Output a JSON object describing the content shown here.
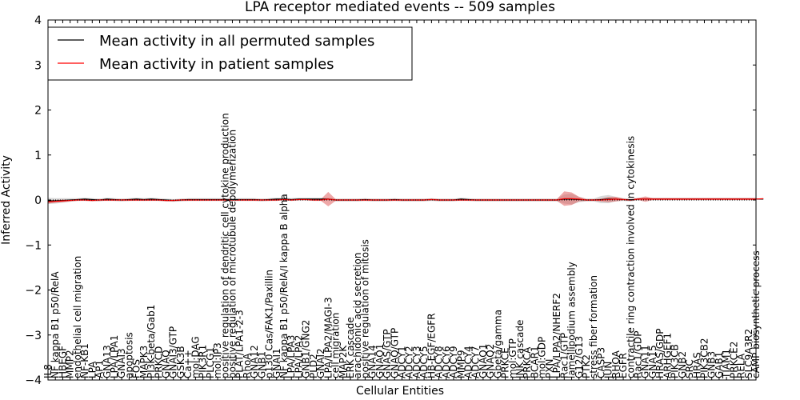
{
  "chart_data": {
    "type": "line",
    "title": "LPA receptor mediated events -- 509 samples",
    "xlabel": "Cellular Entities",
    "ylabel": "Inferred Activity",
    "ylim": [
      -4,
      4
    ],
    "yticks": [
      -4,
      -3,
      -2,
      -1,
      0,
      1,
      2,
      3,
      4
    ],
    "grid": false,
    "legend_position": "top-left",
    "zero_line": "dotted",
    "categories": [
      "IL8",
      "NF kappa B1 p50/RelA",
      "HBEGF",
      "MMP2",
      "endothelial cell migration",
      "NF-KB1",
      "LPA",
      "AP1",
      "GNA13",
      "LPA/LPA1",
      "GNAI3",
      "apoptosis",
      "FOS",
      "MAPK3",
      "PI3K-beta/Gab1",
      "PRKCD",
      "GNAQ",
      "GNAI3/GTP",
      "GSK3B",
      "Ca++",
      "mol:DAG",
      "PIK3R1",
      "PLCG1",
      "mol:IP3",
      "positive regulation of dendritic cell cytokine production",
      "positive regulation of microtubule depolymerization",
      "PLAT/LPA1-2-3",
      "RhoA",
      "GNA12",
      "GNB1",
      "p130 Cas/FAK1/Paxillin",
      "GNAI1",
      "NF kappa B1 p50/RelA/I kappa B alpha",
      "LPA/LPA3",
      "LPA/LPA2",
      "GNB1/GNG2",
      "PLD2",
      "GNAI2",
      "LPA/LPA2/MAGI-3",
      "cell migration",
      "MAP2K",
      "ERK cascade",
      "arachidonic acid secretion",
      "positive regulation of mitosis",
      "GNA14",
      "GNAO1",
      "GNAS/GTP",
      "GNAQ/GTP",
      "ADCY1",
      "ADCY2",
      "ADCY3",
      "ADCY5",
      "HB-EGF/EGFR",
      "ADCY8",
      "ADCY6",
      "ADCY9",
      "MMP9",
      "ADCY4",
      "ADCY7",
      "GNAQ1",
      "GNAQ2",
      "Gbeta/gamma",
      "PRKCE",
      "mol:GTP",
      "JNK cascade",
      "PRKCA",
      "BCAR1",
      "mol:GDP",
      "PXN",
      "LPA/LPA2/NHERF2",
      "Rac1/GTP",
      "lamellipodium assembly",
      "G12/G13",
      "PTK2",
      "stress fiber formation",
      "CASP3",
      "JUN",
      "RHOA",
      "EGFR",
      "contractile ring contraction involved in cytokinesis",
      "Rac1/GDP",
      "GNA11",
      "GNA15",
      "HRAS/GDP",
      "ARHGEF1",
      "PIK3CB",
      "GNB2",
      "SRC",
      "HRAS",
      "PIK3CB2",
      "GNB3",
      "GAB1",
      "TIAM1",
      "PRKCE2",
      "RELA",
      "SLC9A3R2",
      "cAMP biosynthetic process"
    ],
    "series": [
      {
        "name": "Mean activity in all permuted samples",
        "color": "#000000",
        "values": [
          -0.02,
          -0.02,
          -0.01,
          0.0,
          0.01,
          0.02,
          0.01,
          0.0,
          0.02,
          0.01,
          0.0,
          0.01,
          0.02,
          0.01,
          0.02,
          0.01,
          0.0,
          -0.01,
          0.0,
          0.01,
          0.01,
          0.01,
          0.01,
          0.01,
          0.01,
          0.01,
          0.01,
          0.01,
          0.01,
          0.0,
          0.01,
          0.02,
          0.02,
          0.01,
          0.02,
          0.02,
          0.02,
          0.02,
          0.02,
          0.0,
          0.0,
          0.0,
          0.0,
          0.01,
          0.0,
          0.0,
          0.0,
          0.01,
          0.0,
          0.0,
          0.0,
          0.0,
          0.01,
          0.0,
          0.0,
          0.0,
          0.02,
          0.01,
          0.0,
          0.0,
          0.0,
          0.0,
          0.0,
          0.0,
          0.0,
          0.0,
          0.0,
          0.0,
          0.0,
          0.0,
          0.02,
          0.02,
          0.01,
          0.0,
          0.0,
          0.01,
          0.02,
          0.02,
          0.01,
          0.0,
          0.02,
          0.02,
          0.02,
          0.02,
          0.02,
          0.02,
          0.02,
          0.02,
          0.02,
          0.02,
          0.02,
          0.02,
          0.02,
          0.02,
          0.02,
          0.02,
          0.02,
          0.02
        ]
      },
      {
        "name": "Mean activity in patient samples",
        "color": "#ff0000",
        "values": [
          -0.04,
          -0.03,
          -0.02,
          -0.01,
          0.0,
          0.0,
          -0.01,
          0.0,
          0.0,
          0.0,
          0.0,
          0.0,
          0.0,
          0.0,
          0.0,
          0.0,
          -0.01,
          -0.01,
          0.0,
          0.0,
          0.0,
          0.0,
          0.0,
          0.0,
          0.0,
          0.0,
          0.0,
          0.0,
          0.0,
          0.0,
          0.0,
          0.0,
          0.01,
          0.0,
          0.01,
          0.01,
          0.0,
          0.0,
          0.02,
          0.0,
          0.0,
          0.0,
          0.0,
          0.0,
          0.0,
          0.0,
          0.0,
          0.0,
          0.0,
          0.0,
          0.0,
          0.0,
          0.01,
          0.0,
          0.0,
          0.0,
          0.0,
          0.0,
          0.0,
          0.0,
          0.0,
          0.0,
          0.0,
          0.0,
          0.0,
          0.0,
          0.0,
          0.0,
          0.0,
          0.0,
          0.03,
          0.03,
          0.02,
          0.0,
          0.0,
          0.0,
          0.01,
          0.02,
          0.01,
          0.0,
          0.02,
          0.02,
          0.02,
          0.02,
          0.02,
          0.02,
          0.02,
          0.02,
          0.02,
          0.02,
          0.02,
          0.02,
          0.02,
          0.02,
          0.02,
          0.02,
          0.02,
          0.03
        ]
      }
    ],
    "band_permuted_halfwidth": [
      0.07,
      0.06,
      0.05,
      0.04,
      0.03,
      0.03,
      0.03,
      0.03,
      0.03,
      0.03,
      0.03,
      0.03,
      0.03,
      0.03,
      0.03,
      0.03,
      0.03,
      0.03,
      0.03,
      0.03,
      0.03,
      0.03,
      0.03,
      0.03,
      0.03,
      0.03,
      0.03,
      0.03,
      0.03,
      0.03,
      0.03,
      0.03,
      0.03,
      0.03,
      0.03,
      0.03,
      0.03,
      0.03,
      0.03,
      0.03,
      0.03,
      0.03,
      0.03,
      0.03,
      0.03,
      0.03,
      0.03,
      0.03,
      0.03,
      0.03,
      0.03,
      0.03,
      0.03,
      0.03,
      0.03,
      0.03,
      0.03,
      0.03,
      0.03,
      0.03,
      0.03,
      0.03,
      0.03,
      0.03,
      0.03,
      0.03,
      0.03,
      0.03,
      0.03,
      0.03,
      0.1,
      0.12,
      0.06,
      0.03,
      0.03,
      0.08,
      0.09,
      0.05,
      0.03,
      0.03,
      0.03,
      0.03,
      0.03,
      0.03,
      0.03,
      0.03,
      0.03,
      0.03,
      0.03,
      0.03,
      0.03,
      0.03,
      0.03,
      0.03,
      0.03,
      0.03,
      0.03,
      0.03
    ],
    "band_patient_halfwidth": [
      0.04,
      0.03,
      0.03,
      0.02,
      0.02,
      0.02,
      0.02,
      0.02,
      0.02,
      0.02,
      0.02,
      0.02,
      0.02,
      0.02,
      0.02,
      0.02,
      0.02,
      0.02,
      0.02,
      0.02,
      0.02,
      0.02,
      0.02,
      0.02,
      0.02,
      0.02,
      0.02,
      0.02,
      0.02,
      0.02,
      0.02,
      0.02,
      0.02,
      0.02,
      0.02,
      0.02,
      0.02,
      0.02,
      0.16,
      0.02,
      0.02,
      0.02,
      0.02,
      0.02,
      0.02,
      0.02,
      0.02,
      0.02,
      0.02,
      0.02,
      0.02,
      0.02,
      0.02,
      0.02,
      0.02,
      0.02,
      0.02,
      0.02,
      0.02,
      0.02,
      0.02,
      0.02,
      0.02,
      0.02,
      0.02,
      0.02,
      0.02,
      0.02,
      0.02,
      0.02,
      0.16,
      0.14,
      0.05,
      0.02,
      0.02,
      0.03,
      0.06,
      0.05,
      0.02,
      0.02,
      0.02,
      0.06,
      0.02,
      0.02,
      0.02,
      0.02,
      0.02,
      0.02,
      0.02,
      0.02,
      0.02,
      0.02,
      0.02,
      0.02,
      0.02,
      0.02,
      0.02,
      0.05
    ]
  }
}
